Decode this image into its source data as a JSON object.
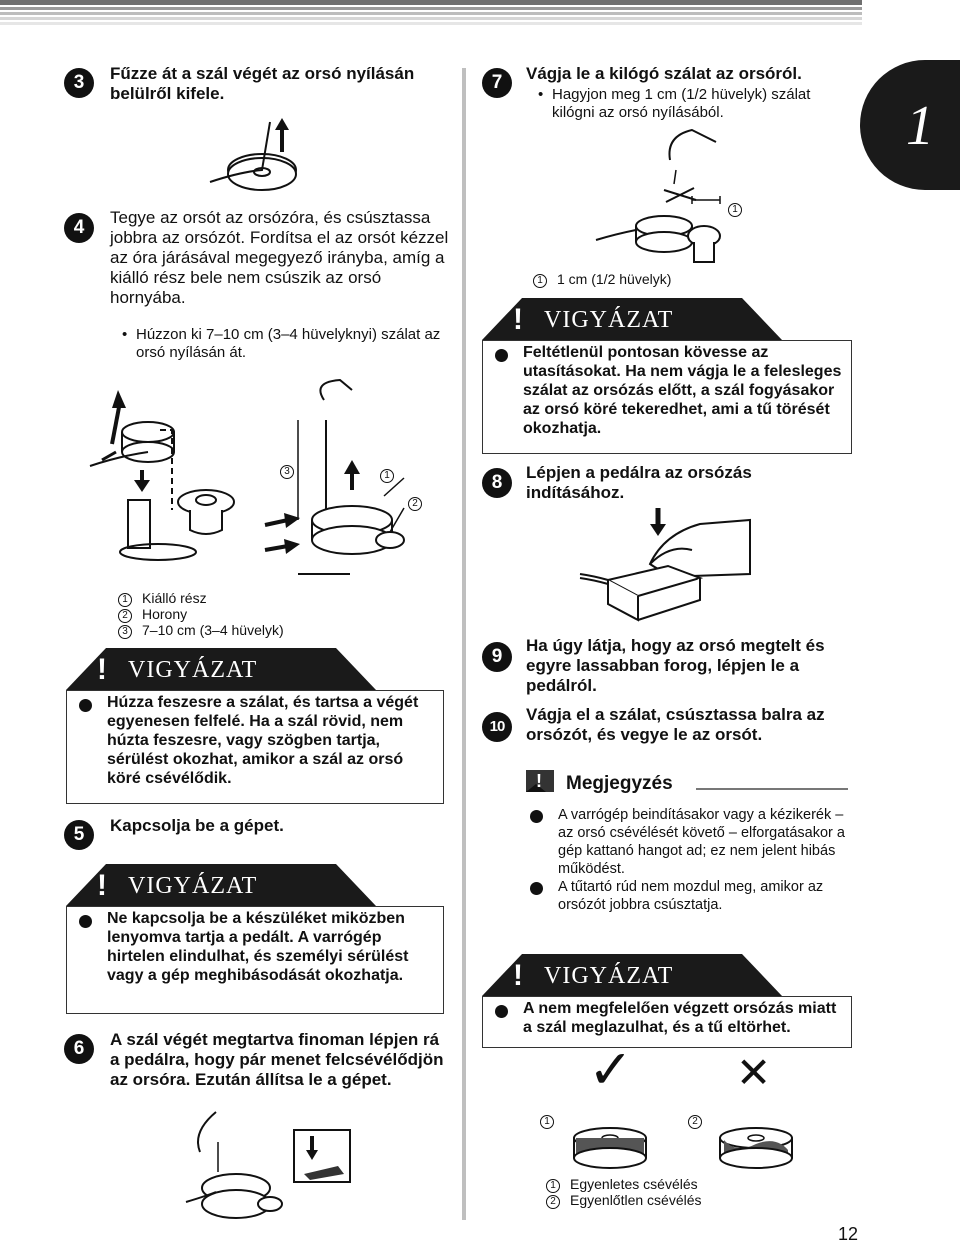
{
  "chapter_tab": "1",
  "page_number": "12",
  "warning_title": "VIGYÁZAT",
  "steps": {
    "s3": {
      "num": "3",
      "text": "Fűzze át a szál végét az orsó nyílásán belülről kifele."
    },
    "s4": {
      "num": "4",
      "text": "Tegye az orsót az orsózóra, és csúsztassa jobbra az orsózót. Fordítsa el az orsót kézzel az óra járásával megegyező irányba, amíg a kiálló rész bele nem csúszik az orsó hornyába.",
      "bullet": "Húzzon ki 7–10 cm (3–4 hüvelyknyi) szálat az orsó nyílásán át.",
      "callouts": [
        "Kiálló rész",
        "Horony",
        "7–10 cm (3–4 hüvelyk)"
      ],
      "callout_nums": [
        "1",
        "2",
        "3"
      ]
    },
    "s5": {
      "num": "5",
      "text": "Kapcsolja be a gépet."
    },
    "s6": {
      "num": "6",
      "text": "A szál végét megtartva finoman lépjen rá a pedálra, hogy pár menet felcsévélődjön az orsóra. Ezután állítsa le a gépet."
    },
    "s7": {
      "num": "7",
      "text": "Vágja le a kilógó szálat az orsóról.",
      "bullet": "Hagyjon meg 1 cm (1/2 hüvelyk) szálat kilógni az orsó nyílásából.",
      "callout": "1 cm (1/2 hüvelyk)",
      "callout_num": "1"
    },
    "s8": {
      "num": "8",
      "text": "Lépjen a pedálra az orsózás indításához."
    },
    "s9": {
      "num": "9",
      "text": "Ha úgy látja, hogy az orsó megtelt és egyre lassabban forog, lépjen le a pedálról."
    },
    "s10": {
      "num": "10",
      "text": "Vágja el a szálat, csúsztassa balra az orsózót, és vegye le az orsót."
    }
  },
  "warnings": {
    "w1": "Húzza feszesre a szálat, és tartsa a végét egyenesen felfelé. Ha a szál rövid, nem húzta feszesre, vagy szögben tartja, sérülést okozhat, amikor a szál az orsó köré csévélődik.",
    "w2": "Ne kapcsolja be a készüléket miközben lenyomva tartja a pedált. A varrógép hirtelen elindulhat, és személyi sérülést vagy a gép meghibásodását okozhatja.",
    "w3": "Feltétlenül pontosan kövesse az utasításokat. Ha nem vágja le a felesleges szálat az orsózás előtt, a szál fogyásakor az orsó köré tekeredhet, ami a tű törését okozhatja.",
    "w4": "A nem megfelelően végzett orsózás miatt a szál meglazulhat, és a tű eltörhet."
  },
  "note": {
    "title": "Megjegyzés",
    "items": [
      "A varrógép beindításakor vagy a kézikerék – az orsó csévélését követő – elforgatásakor a gép kattanó hangot ad; ez nem jelent hibás működést.",
      "A tűtartó rúd nem mozdul meg, amikor az orsózót jobbra csúsztatja."
    ]
  },
  "bobbin_compare": {
    "labels": [
      "Egyenletes csévélés",
      "Egyenlőtlen csévélés"
    ],
    "nums": [
      "1",
      "2"
    ],
    "check_mark": "✓",
    "cross_mark": "✕"
  }
}
